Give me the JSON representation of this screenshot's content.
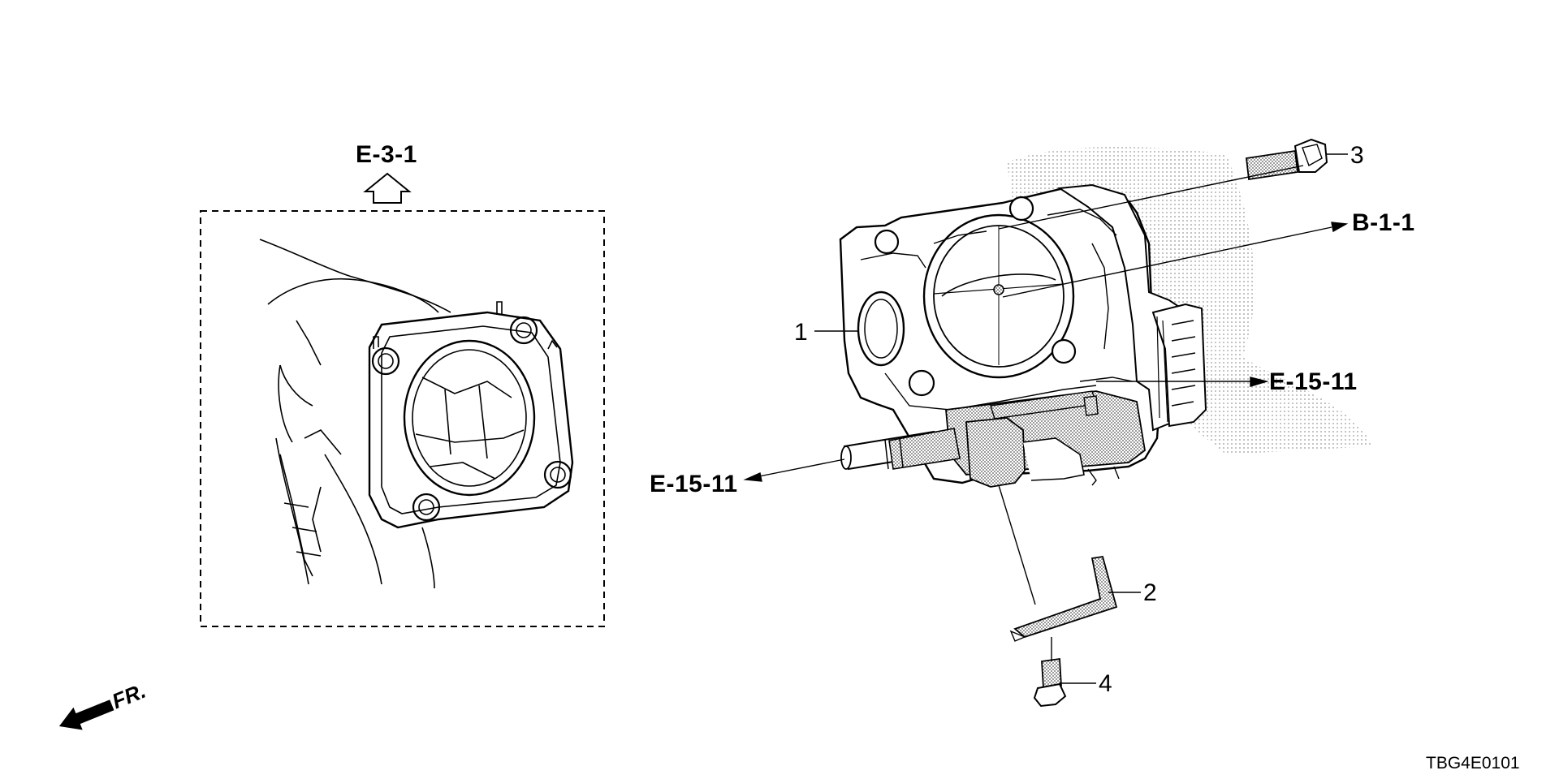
{
  "diagram": {
    "refs": {
      "upper_left": "E-3-1",
      "right_top": "B-1-1",
      "right_mid": "E-15-11",
      "left_mid": "E-15-11"
    },
    "callouts": {
      "p1": "1",
      "p2": "2",
      "p3": "3",
      "p4": "4"
    },
    "direction_label": "FR.",
    "diagram_code": "TBG4E0101"
  }
}
